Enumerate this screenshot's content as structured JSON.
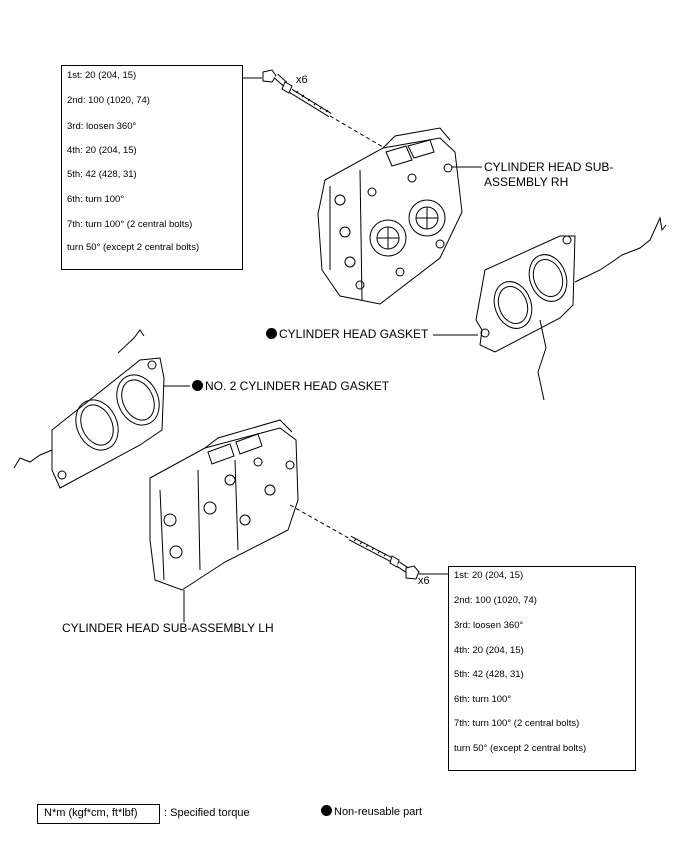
{
  "torque_box_rh": {
    "lines": [
      "1st: 20 (204, 15)",
      "2nd: 100 (1020, 74)",
      "3rd: loosen 360°",
      "4th: 20 (204, 15)",
      "5th: 42 (428, 31)",
      "6th: turn 100°",
      "7th: turn 100° (2 central bolts)",
      "turn 50° (except 2 central bolts)"
    ]
  },
  "torque_box_lh": {
    "lines": [
      "1st: 20 (204, 15)",
      "2nd: 100 (1020, 74)",
      "3rd: loosen 360°",
      "4th: 20 (204, 15)",
      "5th: 42 (428, 31)",
      "6th: turn 100°",
      "7th: turn 100° (2 central bolts)",
      "turn 50° (except 2 central bolts)"
    ]
  },
  "callouts": {
    "rh_bolt_qty": "x6",
    "lh_bolt_qty": "x6",
    "cylinder_head_rh": "CYLINDER HEAD SUB-\nASSEMBLY RH",
    "cylinder_head_gasket": "CYLINDER HEAD GASKET",
    "no2_gasket": "NO. 2 CYLINDER HEAD GASKET",
    "cylinder_head_lh": "CYLINDER HEAD SUB-ASSEMBLY LH"
  },
  "legend": {
    "torque_unit": "N*m (kgf*cm, ft*lbf)",
    "torque_desc": ": Specified torque",
    "non_reusable": "Non-reusable part"
  }
}
